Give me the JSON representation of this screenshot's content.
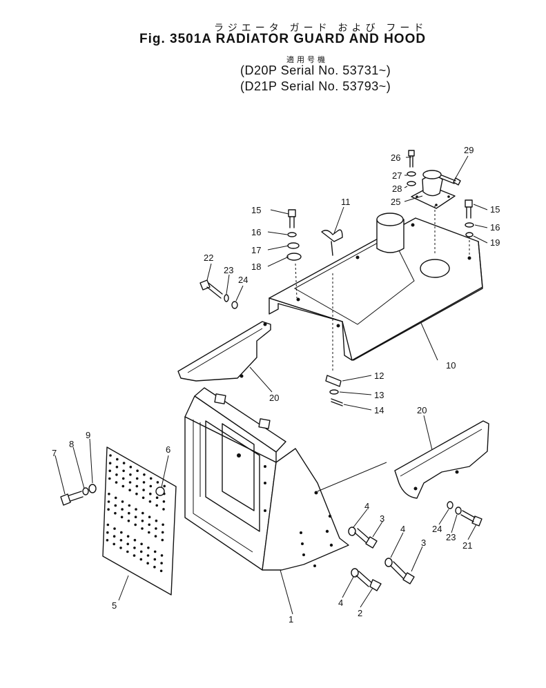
{
  "header": {
    "jp_title": "ラジエータ ガード および フード",
    "fig_title": "Fig. 3501A  RADIATOR  GUARD  AND  HOOD",
    "jp_applicable": "適用号機",
    "serial_line_1": "(D20P   Serial No. 53731~)",
    "serial_line_2": "(D21P   Serial No. 53793~)"
  },
  "part_numbers": {
    "p1": "1",
    "p2": "2",
    "p3a": "3",
    "p3b": "3",
    "p4a": "4",
    "p4b": "4",
    "p4c": "4",
    "p5": "5",
    "p6": "6",
    "p7": "7",
    "p8": "8",
    "p9": "9",
    "p10": "10",
    "p11": "11",
    "p12": "12",
    "p13": "13",
    "p14": "14",
    "p15a": "15",
    "p15b": "15",
    "p16a": "16",
    "p16b": "16",
    "p17": "17",
    "p18": "18",
    "p19": "19",
    "p20a": "20",
    "p20b": "20",
    "p21": "21",
    "p22": "22",
    "p23a": "23",
    "p23b": "23",
    "p24a": "24",
    "p24b": "24",
    "p25": "25",
    "p26": "26",
    "p27": "27",
    "p28": "28",
    "p29": "29"
  },
  "colors": {
    "ink": "#111111",
    "paper": "#ffffff"
  }
}
